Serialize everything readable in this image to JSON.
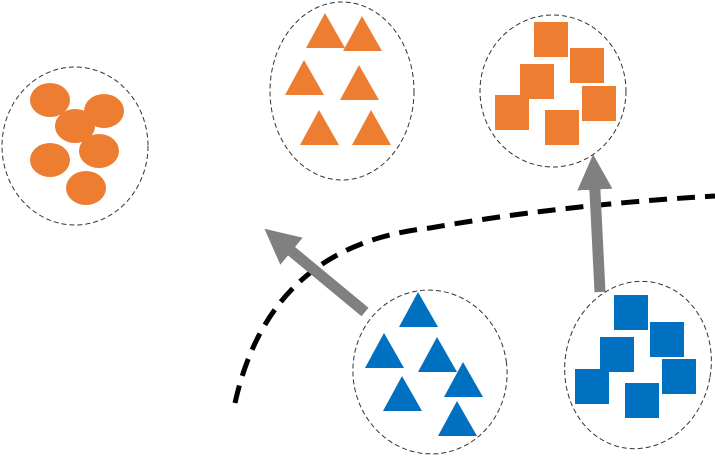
{
  "colors": {
    "orange": "#ED7D31",
    "blue": "#0070C0",
    "arrow": "#808080",
    "boundary": "#000000",
    "cluster_outline": "#333333",
    "background": "#FFFFFF"
  },
  "clusters": [
    {
      "id": "orange-circles",
      "shape": "circle",
      "color": "orange",
      "count": 6
    },
    {
      "id": "orange-triangles",
      "shape": "triangle",
      "color": "orange",
      "count": 6
    },
    {
      "id": "orange-squares",
      "shape": "square",
      "color": "orange",
      "count": 6
    },
    {
      "id": "blue-triangles",
      "shape": "triangle",
      "color": "blue",
      "count": 6
    },
    {
      "id": "blue-squares",
      "shape": "square",
      "color": "blue",
      "count": 6
    }
  ],
  "arrows": [
    {
      "id": "blue-triangles-to-orange-triangles",
      "from": "blue-triangles",
      "to": "orange-triangles"
    },
    {
      "id": "blue-squares-to-orange-squares",
      "from": "blue-squares",
      "to": "orange-squares"
    }
  ],
  "boundary": {
    "style": "dashed curve"
  }
}
